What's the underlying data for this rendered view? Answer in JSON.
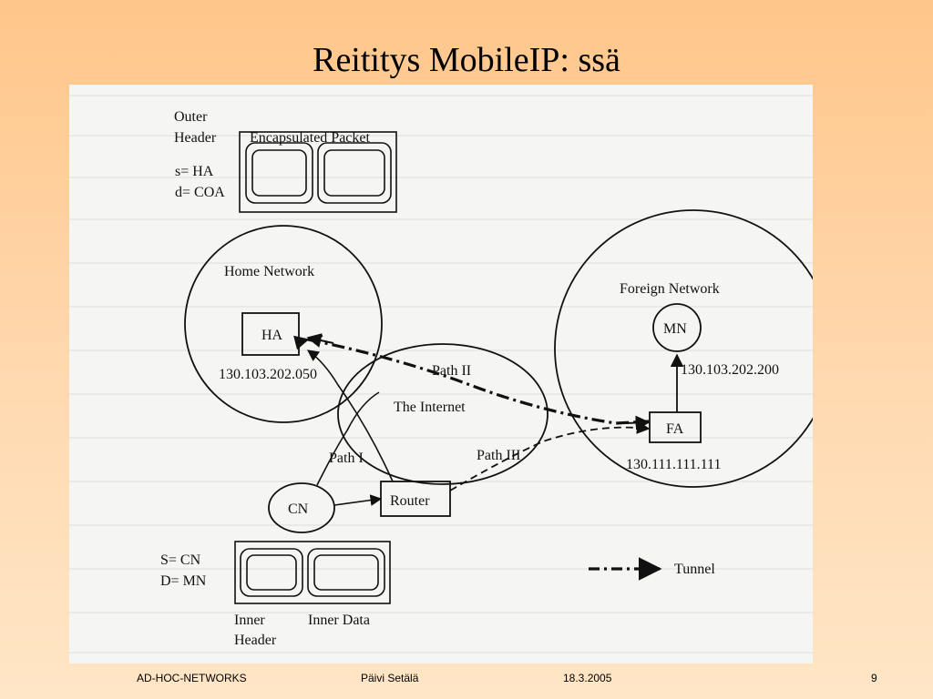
{
  "slide": {
    "title": "Reititys MobileIP: ssä",
    "footer": {
      "left": "AD-HOC-NETWORKS",
      "author": "Päivi Setälä",
      "date": "18.3.2005",
      "page": "9"
    }
  },
  "diagram": {
    "outer_header": [
      "Outer",
      "Header"
    ],
    "encapsulated_packet": "Encapsulated Packet",
    "outer_fields": [
      "s= HA",
      "d= COA"
    ],
    "home_network": "Home Network",
    "ha": "HA",
    "ha_address": "130.103.202.050",
    "foreign_network": "Foreign Network",
    "mn": "MN",
    "mn_address": "130.103.202.200",
    "fa": "FA",
    "fa_address": "130.111.111.111",
    "internet": "The Internet",
    "path1": "Path I",
    "path2": "Path II",
    "path3": "Path III",
    "cn": "CN",
    "router": "Router",
    "inner_fields": [
      "S= CN",
      "D= MN"
    ],
    "inner_header": [
      "Inner",
      "Header"
    ],
    "inner_data": "Inner Data",
    "legend_tunnel": "Tunnel"
  }
}
